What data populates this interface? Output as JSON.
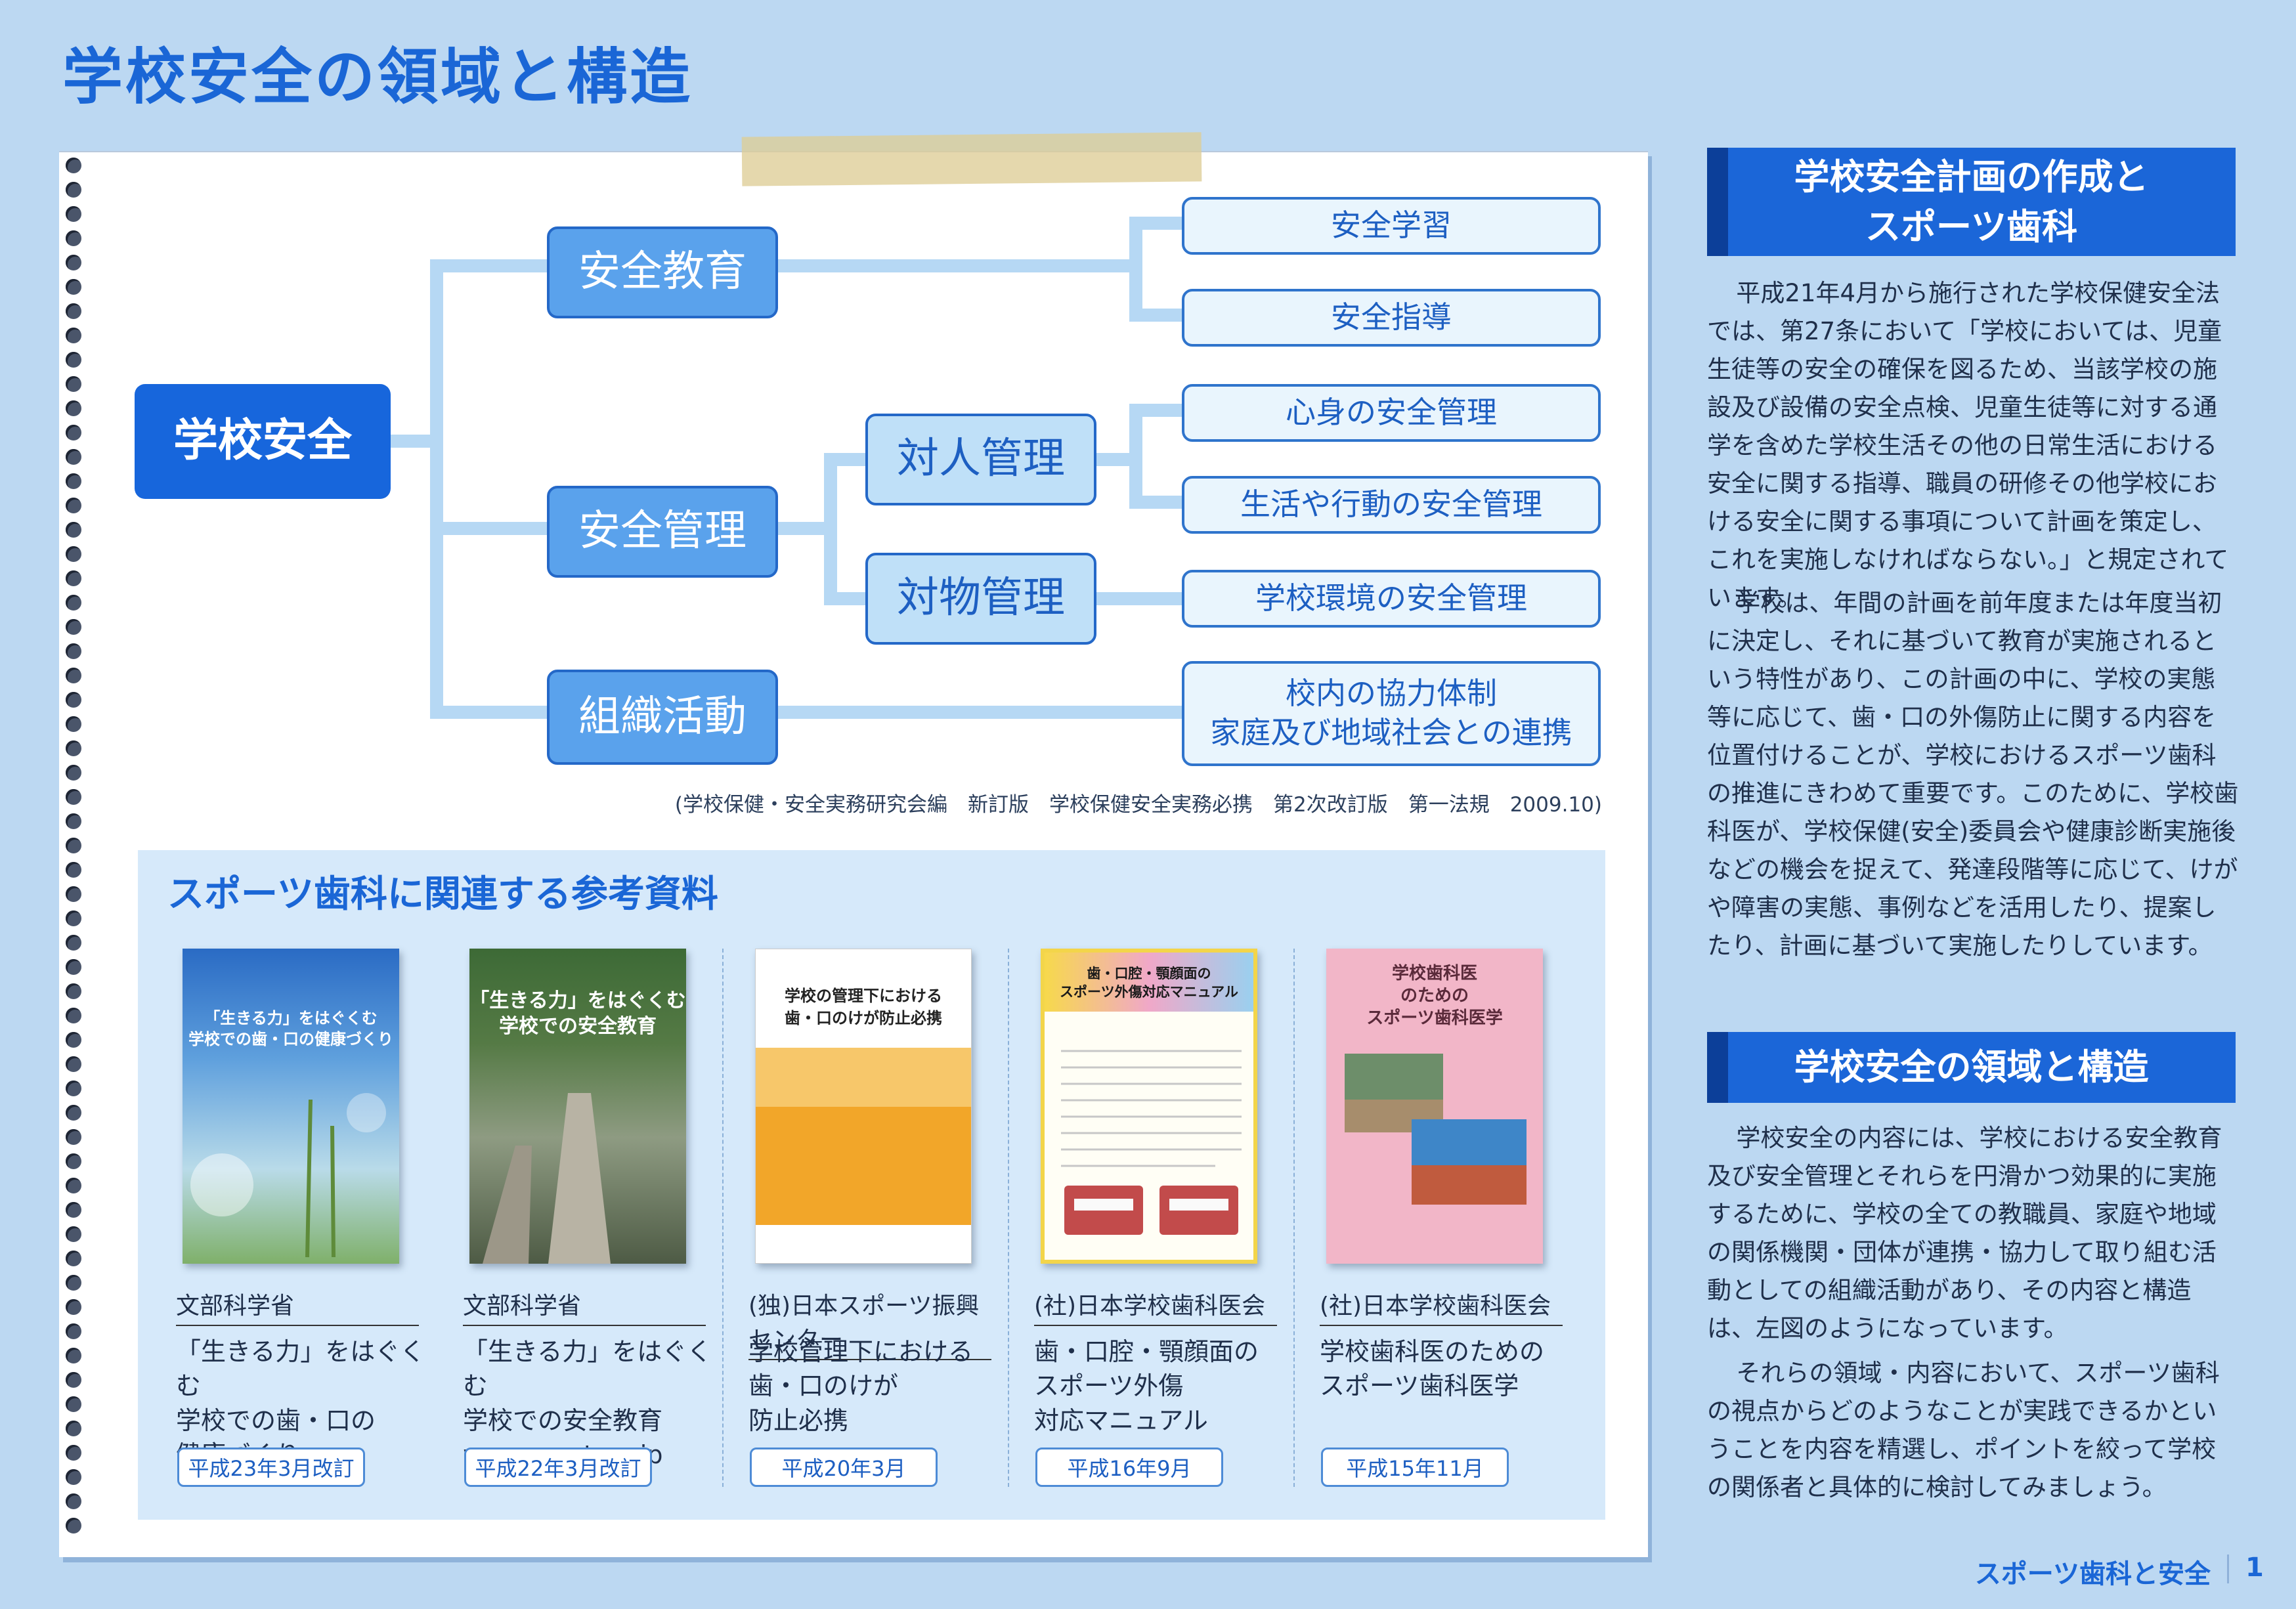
{
  "page": {
    "title": "学校安全の領域と構造"
  },
  "diagram": {
    "root": "学校安全",
    "edu": "安全教育",
    "mgmt": "安全管理",
    "org": "組織活動",
    "personal": "対人管理",
    "object": "対物管理",
    "leaf_learning": "安全学習",
    "leaf_guidance": "安全指導",
    "leaf_mindbody": "心身の安全管理",
    "leaf_lifestyle": "生活や行動の安全管理",
    "leaf_environment": "学校環境の安全管理",
    "leaf_org_line1": "校内の協力体制",
    "leaf_org_line2": "家庭及び地域社会との連携",
    "citation": "(学校保健・安全実務研究会編　新訂版　学校保健安全実務必携　第2次改訂版　第一法規　2009.10)",
    "colors": {
      "root": "#1766dc",
      "mid": "#5aa2ec",
      "line": "#b6d8f4"
    }
  },
  "references": {
    "heading": "スポーツ歯科に関連する参考資料",
    "items": [
      {
        "publisher": "文部科学省",
        "title": [
          "「生きる力」をはぐくむ",
          "学校での歯・口の",
          "健康づくり"
        ],
        "date": "平成23年3月改訂",
        "cover_title": [
          "「生きる力」をはぐくむ",
          "学校での歯・口の健康づくり"
        ]
      },
      {
        "publisher": "文部科学省",
        "title": [
          "「生きる力」をはぐくむ",
          "学校での安全教育",
          "www.mext.go.jp"
        ],
        "date": "平成22年3月改訂",
        "cover_title": [
          "「生きる力」をはぐくむ",
          "学校での安全教育"
        ]
      },
      {
        "publisher": "(独)日本スポーツ振興センター",
        "title": [
          "学校管理下における",
          "歯・口のけが",
          "防止必携"
        ],
        "date": "平成20年3月",
        "cover_title": [
          "学校の管理下における",
          "歯・口のけが防止必携"
        ]
      },
      {
        "publisher": "(社)日本学校歯科医会",
        "title": [
          "歯・口腔・顎顔面の",
          "スポーツ外傷",
          "対応マニュアル"
        ],
        "date": "平成16年9月",
        "cover_title": [
          "歯・口腔・顎顔面の",
          "スポーツ外傷対応マニュアル"
        ]
      },
      {
        "publisher": "(社)日本学校歯科医会",
        "title": [
          "学校歯科医のための",
          "スポーツ歯科医学"
        ],
        "date": "平成15年11月",
        "cover_title": [
          "学校歯科医",
          "のための",
          "スポーツ歯科医学"
        ]
      }
    ]
  },
  "sidebar": {
    "section1": {
      "heading": [
        "学校安全計画の作成と",
        "スポーツ歯科"
      ],
      "paragraphs": [
        "平成21年4月から施行された学校保健安全法では、第27条において「学校においては、児童生徒等の安全の確保を図るため、当該学校の施設及び設備の安全点検、児童生徒等に対する通学を含めた学校生活その他の日常生活における安全に関する指導、職員の研修その他学校における安全に関する事項について計画を策定し、これを実施しなければならない。」と規定されています。",
        "学校は、年間の計画を前年度または年度当初に決定し、それに基づいて教育が実施されるという特性があり、この計画の中に、学校の実態等に応じて、歯・口の外傷防止に関する内容を位置付けることが、学校におけるスポーツ歯科の推進にきわめて重要です。このために、学校歯科医が、学校保健(安全)委員会や健康診断実施後などの機会を捉えて、発達段階等に応じて、けがや障害の実態、事例などを活用したり、提案したり、計画に基づいて実施したりしています。"
      ]
    },
    "section2": {
      "heading": "学校安全の領域と構造",
      "paragraphs": [
        "学校安全の内容には、学校における安全教育及び安全管理とそれらを円滑かつ効果的に実施するために、学校の全ての教職員、家庭や地域の関係機関・団体が連携・協力して取り組む活動としての組織活動があり、その内容と構造は、左図のようになっています。",
        "それらの領域・内容において、スポーツ歯科の視点からどのようなことが実践できるかということを内容を精選し、ポイントを絞って学校の関係者と具体的に検討してみましょう。"
      ]
    }
  },
  "footer": {
    "text": "スポーツ歯科と安全",
    "page_number": "1"
  }
}
